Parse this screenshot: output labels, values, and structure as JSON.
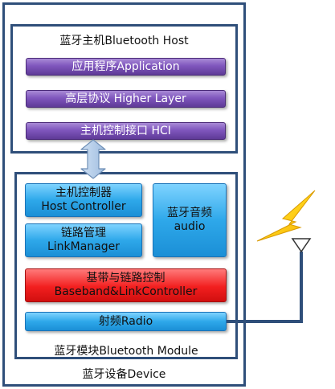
{
  "device_label": "蓝牙设备Device",
  "host": {
    "title": "蓝牙主机Bluetooth  Host",
    "layers": [
      "应用程序Application",
      "高层协议  Higher Layer",
      "主机控制接口  HCI"
    ]
  },
  "module": {
    "title": "蓝牙模块Bluetooth  Module",
    "host_controller": {
      "line1": "主机控制器",
      "line2": "Host  Controller"
    },
    "link_manager": {
      "line1": "链路管理",
      "line2": "LinkManager"
    },
    "audio": {
      "line1": "蓝牙音频",
      "line2": "audio"
    },
    "baseband": {
      "line1": "基带与链路控制",
      "line2": "Baseband&LinkController"
    },
    "radio": "射频Radio"
  },
  "colors": {
    "frame": "#2f4f7a",
    "purple": "#6b45a8",
    "blue": "#2ea8ea",
    "red": "#f21f1f",
    "lightning": "#f2b800"
  }
}
